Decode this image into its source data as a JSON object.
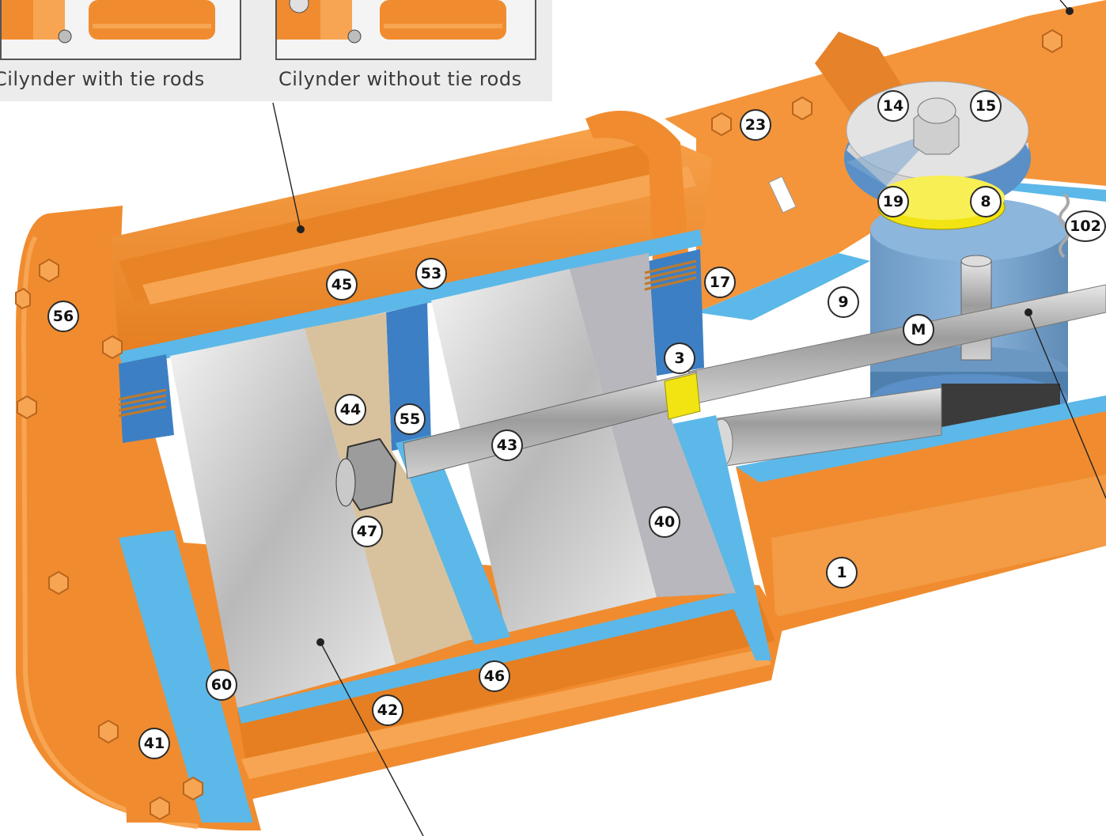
{
  "captions": {
    "tie_rods": "Cilynder with tie rods",
    "no_tie_rods": "Cilynder without tie rods"
  },
  "callouts": {
    "c14": "14",
    "c15": "15",
    "c23": "23",
    "c19": "19",
    "c8": "8",
    "c102": "102",
    "c53": "53",
    "c45": "45",
    "c17": "17",
    "c56": "56",
    "c9": "9",
    "cM": "M",
    "c3": "3",
    "c44": "44",
    "c55": "55",
    "c43": "43",
    "c40": "40",
    "c47": "47",
    "c1": "1",
    "c46": "46",
    "c60": "60",
    "c42": "42",
    "c41": "41"
  },
  "colors": {
    "housing_orange": "#f08c2f",
    "seal_blue": "#4a8fd4",
    "cut_face_light_blue": "#5cb8e8",
    "piston_steel": "#c9c9c9",
    "guide_band_tan": "#d8c29e",
    "seal_yellow": "#f2e313",
    "yoke_blue": "#7fa9cf"
  }
}
